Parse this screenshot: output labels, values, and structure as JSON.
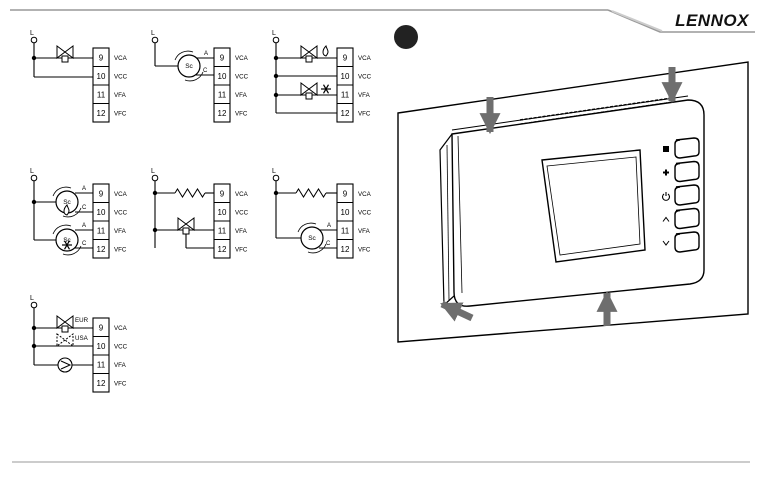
{
  "header": {
    "brand": "LENNOX"
  },
  "terminals": {
    "numbers": [
      "9",
      "10",
      "11",
      "12"
    ],
    "labels": [
      "VCA",
      "VCC",
      "VFA",
      "VFC"
    ]
  },
  "diagram_text": {
    "line": "L",
    "servomotor": "Sc",
    "wire_a": "A",
    "wire_c": "C",
    "eur": "EUR",
    "usa": "USA"
  },
  "colors": {
    "line": "#000000",
    "rule": "#888888",
    "arrow": "#6e6e6e",
    "panel": "#ffffff"
  },
  "icons": [
    "flame-icon",
    "snowflake-icon",
    "valve-icon",
    "pump-icon",
    "resistor-icon",
    "fan-speed-icon",
    "plus-icon",
    "power-icon",
    "up-icon",
    "down-icon"
  ]
}
